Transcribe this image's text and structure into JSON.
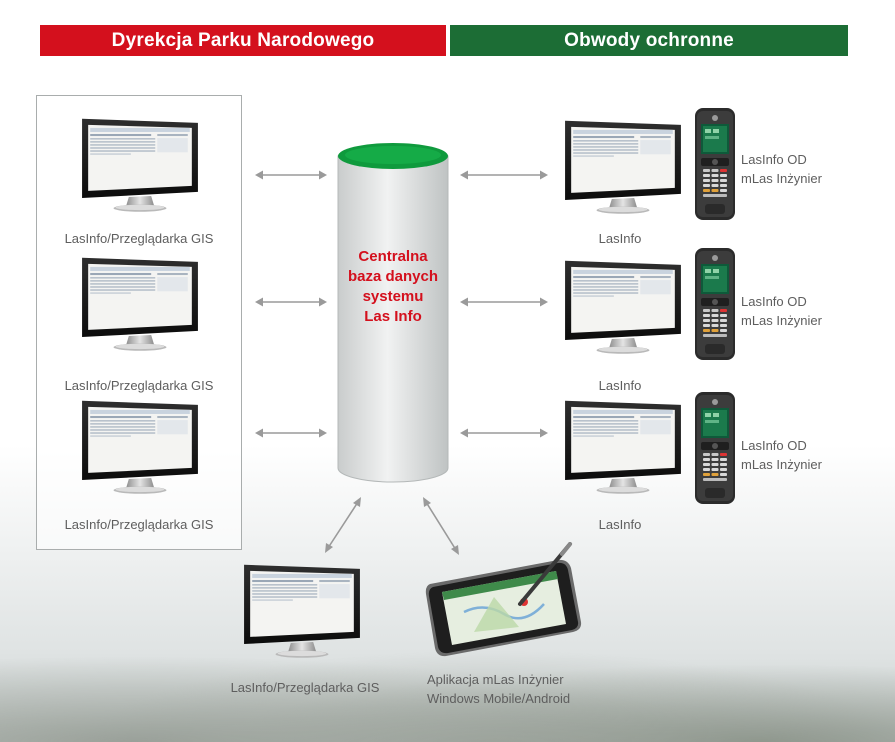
{
  "headers": {
    "left": "Dyrekcja Parku Narodowego",
    "right": "Obwody ochronne"
  },
  "database": {
    "lines": [
      "Centralna",
      "baza danych",
      "systemu",
      "Las Info"
    ]
  },
  "left_clients": [
    {
      "label": "LasInfo/Przeglądarka GIS"
    },
    {
      "label": "LasInfo/Przeglądarka GIS"
    },
    {
      "label": "LasInfo/Przeglądarka GIS"
    }
  ],
  "right_clients": [
    {
      "label": "LasInfo",
      "device_line1": "LasInfo OD",
      "device_line2": "mLas Inżynier"
    },
    {
      "label": "LasInfo",
      "device_line1": "LasInfo OD",
      "device_line2": "mLas Inżynier"
    },
    {
      "label": "LasInfo",
      "device_line1": "LasInfo OD",
      "device_line2": "mLas Inżynier"
    }
  ],
  "bottom": {
    "desktop_label": "LasInfo/Przeglądarka GIS",
    "tablet_line1": "Aplikacja mLas Inżynier",
    "tablet_line2": "Windows Mobile/Android"
  },
  "colors": {
    "red": "#d4101d",
    "green": "#1c6d35",
    "db_top": "#0f9a3d",
    "arrow": "#9a9a9a"
  }
}
